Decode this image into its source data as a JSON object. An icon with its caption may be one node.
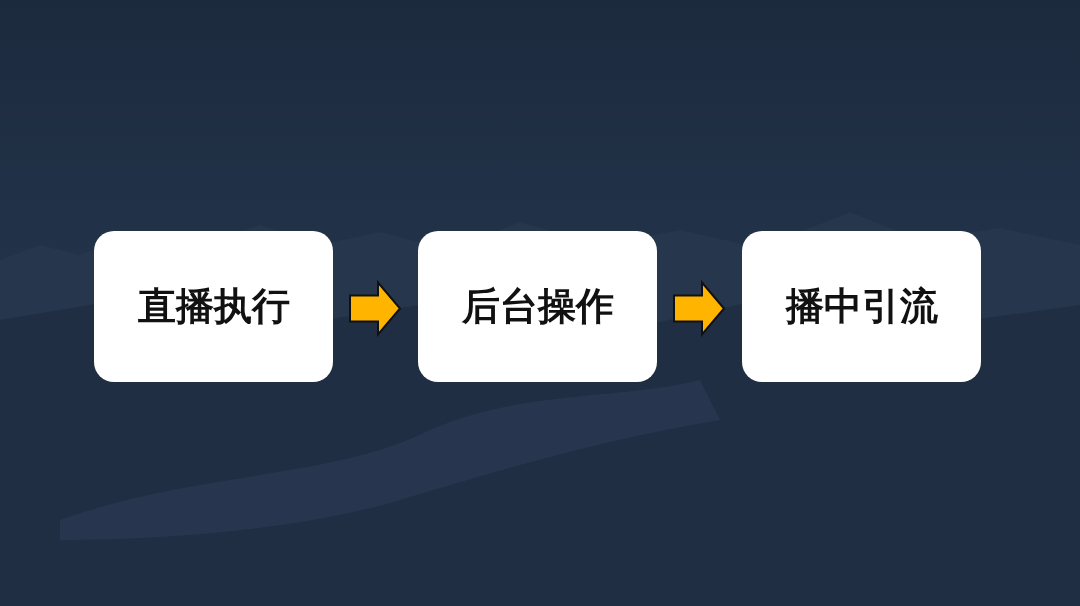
{
  "diagram": {
    "nodes": [
      {
        "text": [
          "直播执行"
        ]
      },
      {
        "text": [
          "后台操作"
        ]
      },
      {
        "text": [
          "播中引流"
        ]
      }
    ],
    "edges": [
      {
        "from": 0,
        "to": 1,
        "arrow": "to"
      },
      {
        "from": 1,
        "to": 2,
        "arrow": "to"
      }
    ]
  }
}
